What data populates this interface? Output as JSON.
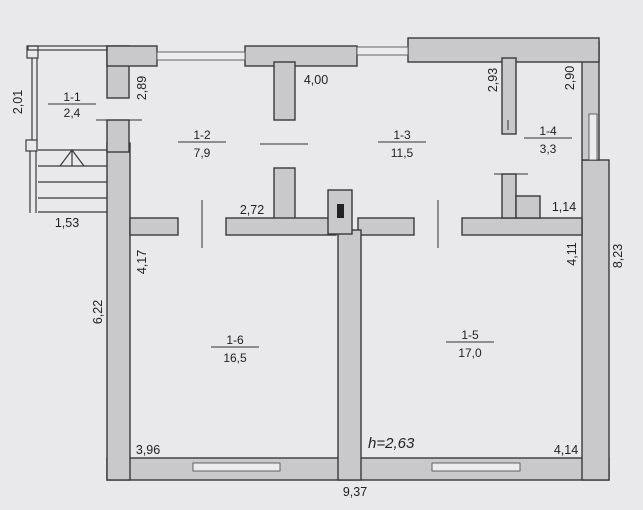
{
  "rooms": {
    "r1": {
      "id": "1-1",
      "area": "2,4"
    },
    "r2": {
      "id": "1-2",
      "area": "7,9"
    },
    "r3": {
      "id": "1-3",
      "area": "11,5"
    },
    "r4": {
      "id": "1-4",
      "area": "3,3"
    },
    "r5": {
      "id": "1-5",
      "area": "17,0"
    },
    "r6": {
      "id": "1-6",
      "area": "16,5"
    }
  },
  "dimensions": {
    "porch_height": "2,01",
    "porch_width": "1,53",
    "r2_height": "2,89",
    "r2_width": "2,72",
    "r3_width": "4,00",
    "r3_height": "2,93",
    "r4_height": "2,90",
    "r4_width": "1,14",
    "r6_height": "4,17",
    "r6_width": "3,96",
    "r5_height": "4,11",
    "r5_width": "4,14",
    "total_left": "6,22",
    "total_right": "8,23",
    "total_width": "9,37"
  },
  "ceiling_height": "h=2,63"
}
